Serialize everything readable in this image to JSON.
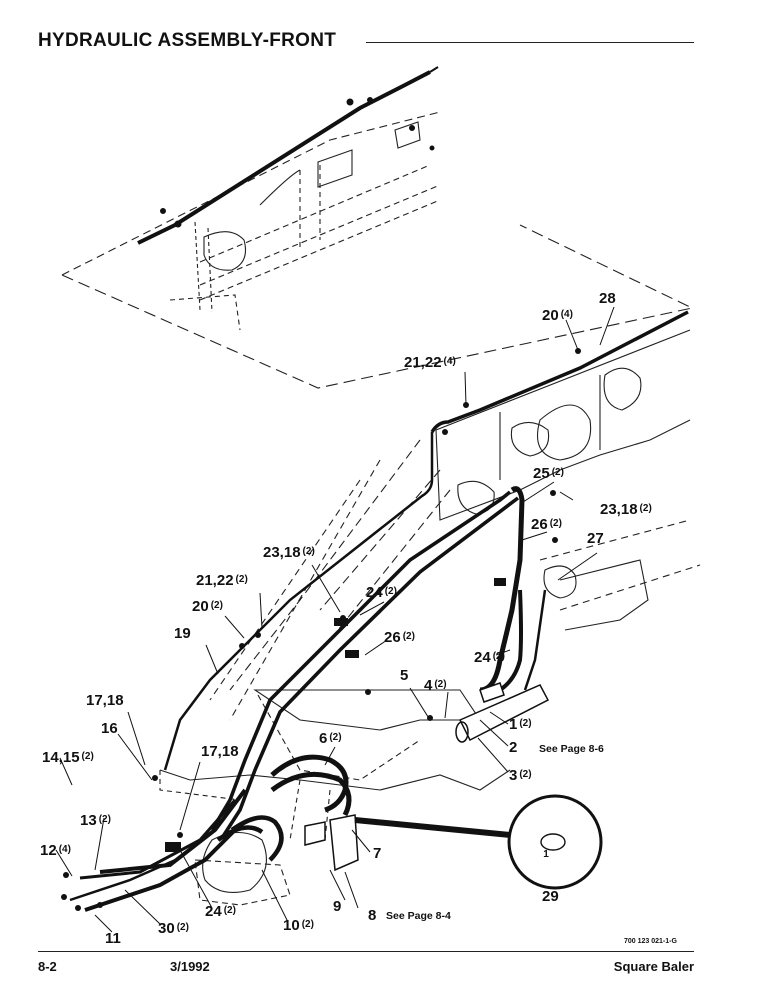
{
  "page": {
    "title": "HYDRAULIC ASSEMBLY-FRONT",
    "doc_number": "700 123 021-1-G",
    "footer": {
      "page_number": "8-2",
      "date": "3/1992",
      "product": "Square Baler"
    }
  },
  "callouts": [
    {
      "id": "c28",
      "label": "28",
      "qty": ""
    },
    {
      "id": "c20a",
      "label": "20",
      "qty": "(4)"
    },
    {
      "id": "c2122a",
      "label": "21,22",
      "qty": "(4)"
    },
    {
      "id": "c25",
      "label": "25",
      "qty": "(2)"
    },
    {
      "id": "c2318a",
      "label": "23,18",
      "qty": "(2)"
    },
    {
      "id": "c26a",
      "label": "26",
      "qty": "(2)"
    },
    {
      "id": "c27",
      "label": "27",
      "qty": ""
    },
    {
      "id": "c2318b",
      "label": "23,18",
      "qty": "(2)"
    },
    {
      "id": "c2122b",
      "label": "21,22",
      "qty": "(2)"
    },
    {
      "id": "c24a",
      "label": "24",
      "qty": "(2)"
    },
    {
      "id": "c20b",
      "label": "20",
      "qty": "(2)"
    },
    {
      "id": "c26b",
      "label": "26",
      "qty": "(2)"
    },
    {
      "id": "c19",
      "label": "19",
      "qty": ""
    },
    {
      "id": "c24b",
      "label": "24",
      "qty": "(2)"
    },
    {
      "id": "c5",
      "label": "5",
      "qty": ""
    },
    {
      "id": "c4",
      "label": "4",
      "qty": "(2)"
    },
    {
      "id": "c1718a",
      "label": "17,18",
      "qty": ""
    },
    {
      "id": "c16",
      "label": "16",
      "qty": ""
    },
    {
      "id": "c1",
      "label": "1",
      "qty": "(2)"
    },
    {
      "id": "c6",
      "label": "6",
      "qty": "(2)"
    },
    {
      "id": "c1415",
      "label": "14,15",
      "qty": "(2)"
    },
    {
      "id": "c1718b",
      "label": "17,18",
      "qty": ""
    },
    {
      "id": "c2",
      "label": "2",
      "qty": ""
    },
    {
      "id": "c3",
      "label": "3",
      "qty": "(2)"
    },
    {
      "id": "c13",
      "label": "13",
      "qty": "(2)"
    },
    {
      "id": "c7",
      "label": "7",
      "qty": ""
    },
    {
      "id": "c12",
      "label": "12",
      "qty": "(4)"
    },
    {
      "id": "c29",
      "label": "29",
      "qty": ""
    },
    {
      "id": "c9",
      "label": "9",
      "qty": ""
    },
    {
      "id": "c24c",
      "label": "24",
      "qty": "(2)"
    },
    {
      "id": "c10",
      "label": "10",
      "qty": "(2)"
    },
    {
      "id": "c30",
      "label": "30",
      "qty": "(2)"
    },
    {
      "id": "c8",
      "label": "8",
      "qty": ""
    },
    {
      "id": "c11",
      "label": "11",
      "qty": ""
    }
  ],
  "notes": {
    "see_2": "See Page 8-6",
    "see_8": "See Page 8-4"
  },
  "detail": {
    "label": "1"
  }
}
